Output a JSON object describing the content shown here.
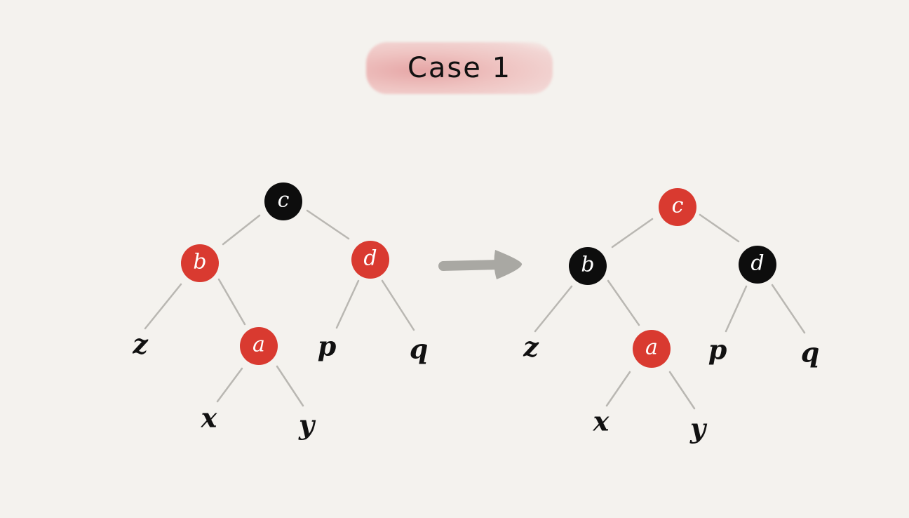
{
  "title": "Case 1",
  "colors": {
    "red": "#d93a30",
    "black": "#0d0d0d",
    "edge": "#b9b7b2",
    "arrow": "#a9a8a3",
    "background": "#f4f2ee"
  },
  "before": {
    "nodes": {
      "c": {
        "label": "c",
        "color": "black"
      },
      "b": {
        "label": "b",
        "color": "red"
      },
      "d": {
        "label": "d",
        "color": "red"
      },
      "a": {
        "label": "a",
        "color": "red"
      }
    },
    "leaves": {
      "z": "z",
      "p": "p",
      "q": "q",
      "x": "x",
      "y": "y"
    }
  },
  "after": {
    "nodes": {
      "c": {
        "label": "c",
        "color": "red"
      },
      "b": {
        "label": "b",
        "color": "black"
      },
      "d": {
        "label": "d",
        "color": "black"
      },
      "a": {
        "label": "a",
        "color": "red"
      }
    },
    "leaves": {
      "z": "z",
      "p": "p",
      "q": "q",
      "x": "x",
      "y": "y"
    }
  }
}
